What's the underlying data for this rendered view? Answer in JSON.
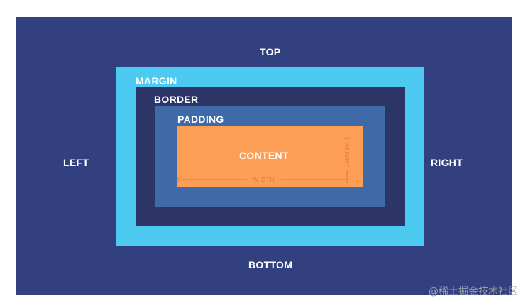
{
  "colors": {
    "background": "#33407f",
    "margin": "#4dcaf2",
    "border": "#2d3566",
    "padding": "#3f6aa8",
    "content": "#fd9e56",
    "dimension": "#e8743a",
    "label": "#ffffff"
  },
  "sides": {
    "top": "TOP",
    "left": "LEFT",
    "right": "RIGHT",
    "bottom": "BOTTOM"
  },
  "boxes": {
    "margin": "MARGIN",
    "border": "BORDER",
    "padding": "PADDING",
    "content": "CONTENT"
  },
  "dimensions": {
    "width": "WIDTH",
    "height": "HEIGHT"
  },
  "watermark": "@稀土掘金技术社区"
}
